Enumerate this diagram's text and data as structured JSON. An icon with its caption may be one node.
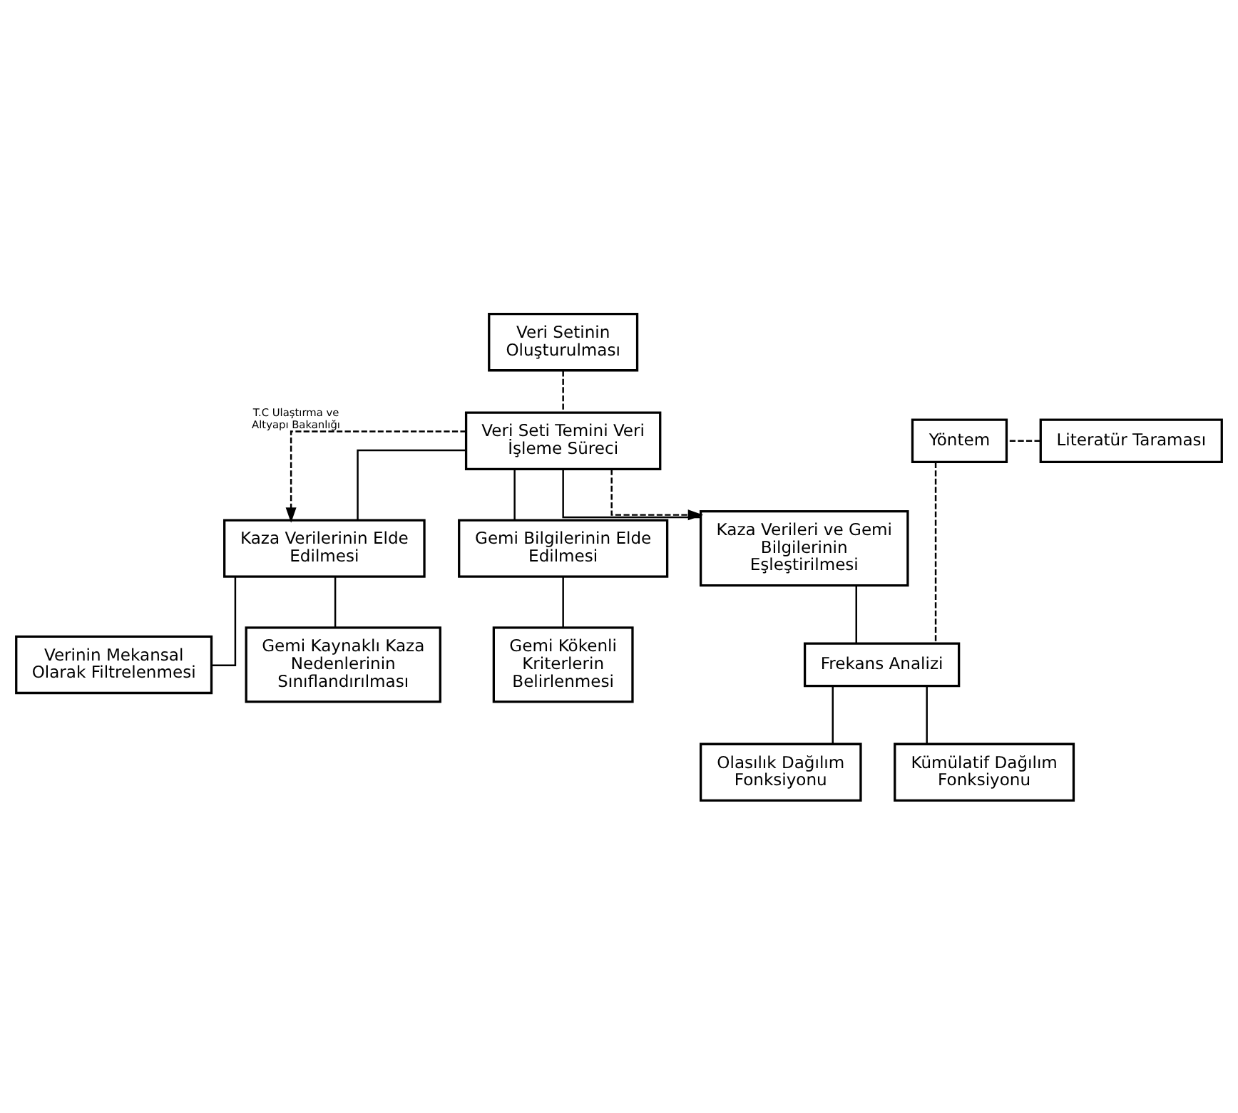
{
  "diagram": {
    "nodes": [
      {
        "text": [
          "Veri Setinin Oluşturulması"
        ]
      },
      {
        "text": [
          "Literatür Taraması"
        ]
      },
      {
        "text": [
          "Yöntem"
        ]
      },
      {
        "text": [
          "Veri Seti Temini Veri İşleme Süreci"
        ]
      },
      {
        "text": [
          "Kaza Verilerinin Elde Edilmesi"
        ]
      },
      {
        "text": [
          "Gemi Bilgilerinin Elde Edilmesi"
        ]
      },
      {
        "text": [
          "Kaza Verileri ve Gemi Bilgilerinin Eşleştirilmesi"
        ]
      },
      {
        "text": [
          "Verinin Mekansal Olarak Filtrelenmesi"
        ]
      },
      {
        "text": [
          "Gemi Kaynaklı Kaza Nedenlerinin Sınıflandırılması"
        ]
      },
      {
        "text": [
          "Gemi Kökenli Kriterlerin Belirlenmesi"
        ]
      },
      {
        "text": [
          "Frekans Analizi"
        ]
      },
      {
        "text": [
          "Olasılık Dağılım Fonksiyonu"
        ]
      },
      {
        "text": [
          "Kümülatif Dağılım Fonksiyonu"
        ]
      }
    ],
    "edges": [
      {
        "from": 0,
        "to": 3,
        "arrow": "none",
        "style": "dashed"
      },
      {
        "from": 1,
        "to": 2,
        "arrow": "none",
        "style": "dashed"
      },
      {
        "from": 3,
        "to": 4,
        "arrow": "to",
        "style": "dashed",
        "label": "T.C Ulaştırma ve Altyapı Bakanlığı"
      },
      {
        "from": 3,
        "to": 6,
        "arrow": "to",
        "style": "dashed"
      },
      {
        "from": 2,
        "to": 10,
        "arrow": "none",
        "style": "dashed"
      },
      {
        "from": 3,
        "to": 4,
        "arrow": "none"
      },
      {
        "from": 3,
        "to": 5,
        "arrow": "none"
      },
      {
        "from": 3,
        "to": 6,
        "arrow": "none"
      },
      {
        "from": 4,
        "to": 7,
        "arrow": "none"
      },
      {
        "from": 4,
        "to": 8,
        "arrow": "none"
      },
      {
        "from": 5,
        "to": 9,
        "arrow": "none"
      },
      {
        "from": 6,
        "to": 10,
        "arrow": "none"
      },
      {
        "from": 10,
        "to": 11,
        "arrow": "none"
      },
      {
        "from": 10,
        "to": 12,
        "arrow": "none"
      }
    ]
  }
}
